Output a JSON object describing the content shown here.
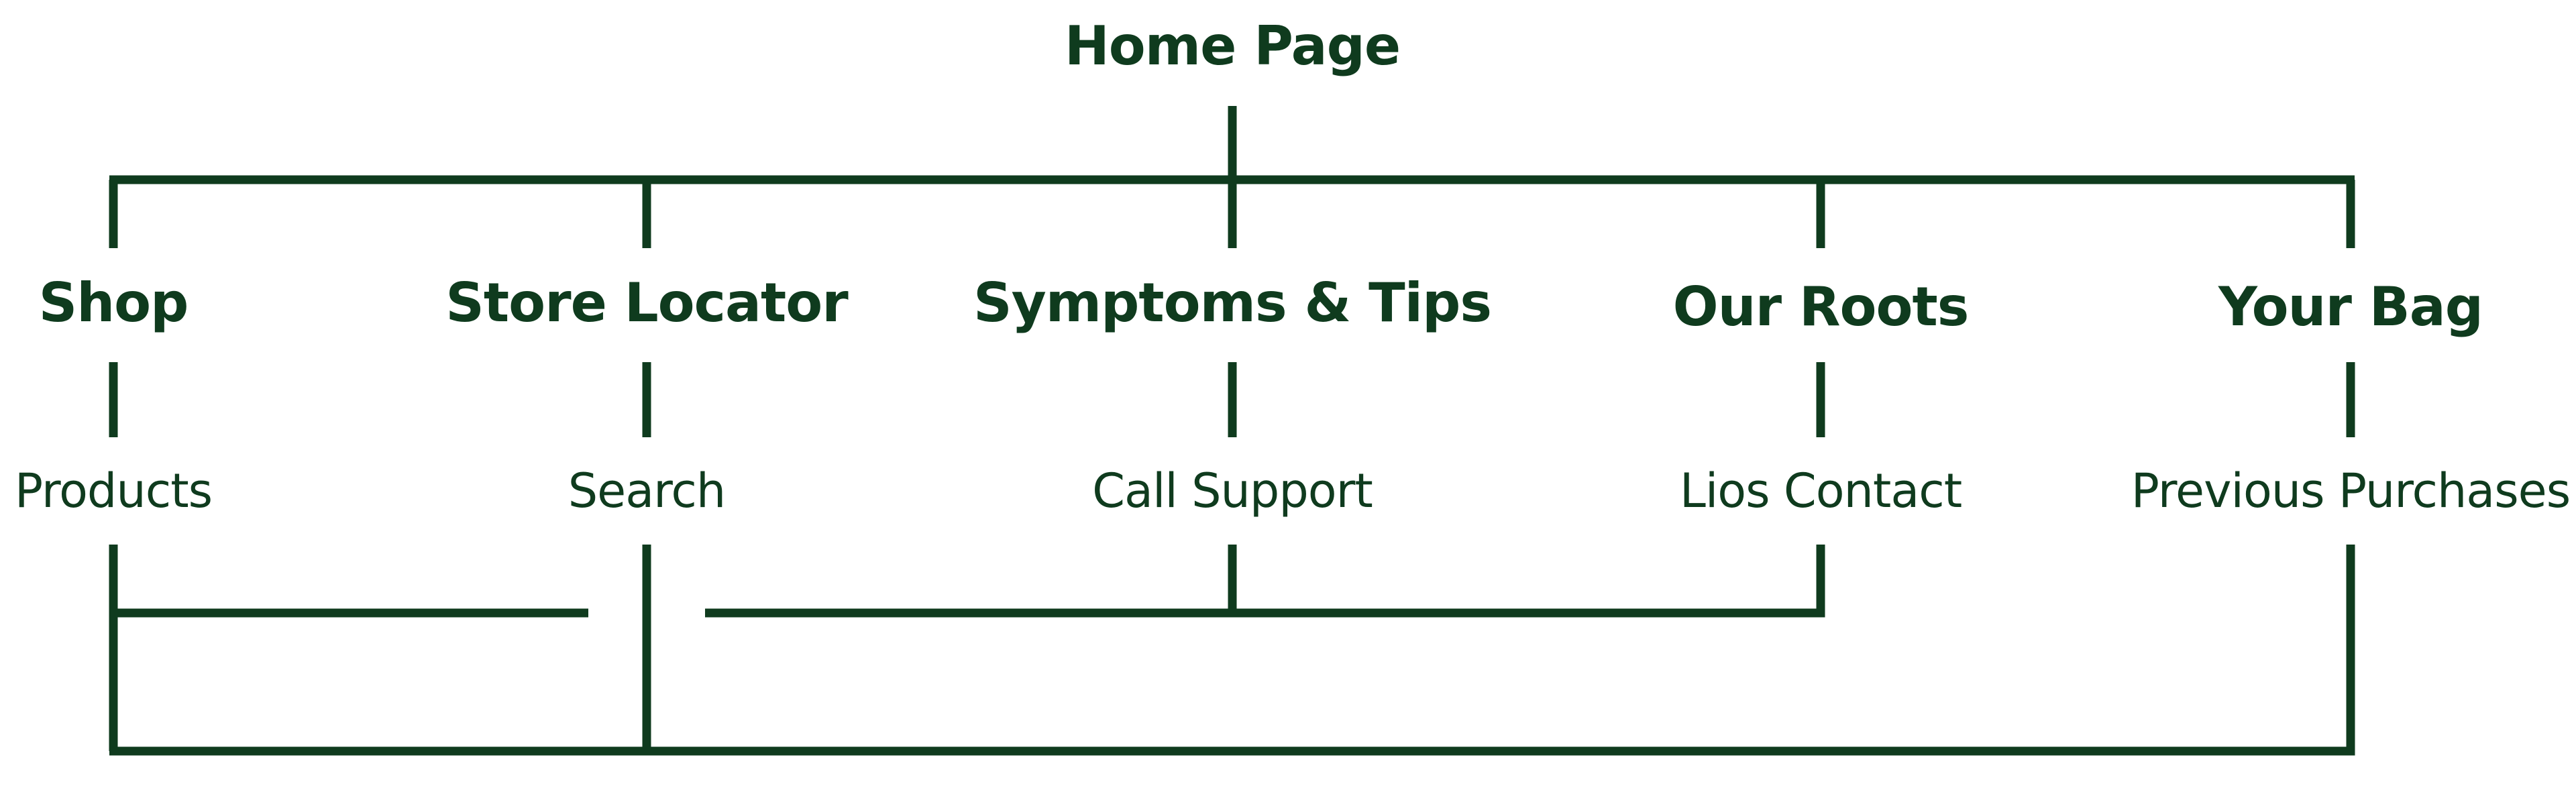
{
  "sitemap": {
    "root": "Home Page",
    "sections": [
      {
        "title": "Shop",
        "child": "Products"
      },
      {
        "title": "Store Locator",
        "child": "Search"
      },
      {
        "title": "Symptoms & Tips",
        "child": "Call Support"
      },
      {
        "title": "Our Roots",
        "child": "Lios Contact"
      },
      {
        "title": "Your Bag",
        "child": "Previous Purchases"
      }
    ]
  },
  "colors": {
    "ink": "#0f3b1e",
    "background": "#ffffff"
  }
}
